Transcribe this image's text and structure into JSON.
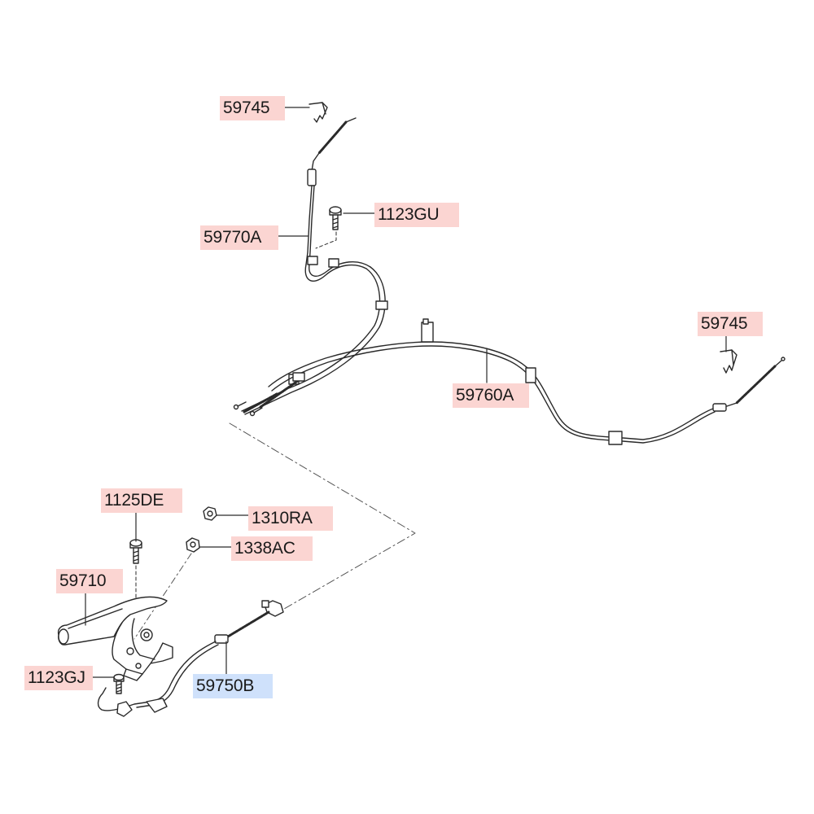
{
  "label_colors": {
    "red": "#fbd5d2",
    "blue": "#cfe1fb"
  },
  "callouts": [
    {
      "id": "59745-top",
      "text": "59745",
      "color": "red"
    },
    {
      "id": "1123GU",
      "text": "1123GU",
      "color": "red"
    },
    {
      "id": "59770A",
      "text": "59770A",
      "color": "red"
    },
    {
      "id": "59745-right",
      "text": "59745",
      "color": "red"
    },
    {
      "id": "59760A",
      "text": "59760A",
      "color": "red"
    },
    {
      "id": "1125DE",
      "text": "1125DE",
      "color": "red"
    },
    {
      "id": "1310RA",
      "text": "1310RA",
      "color": "red"
    },
    {
      "id": "1338AC",
      "text": "1338AC",
      "color": "red"
    },
    {
      "id": "59710",
      "text": "59710",
      "color": "red"
    },
    {
      "id": "1123GJ",
      "text": "1123GJ",
      "color": "red"
    },
    {
      "id": "59750B",
      "text": "59750B",
      "color": "blue"
    }
  ]
}
